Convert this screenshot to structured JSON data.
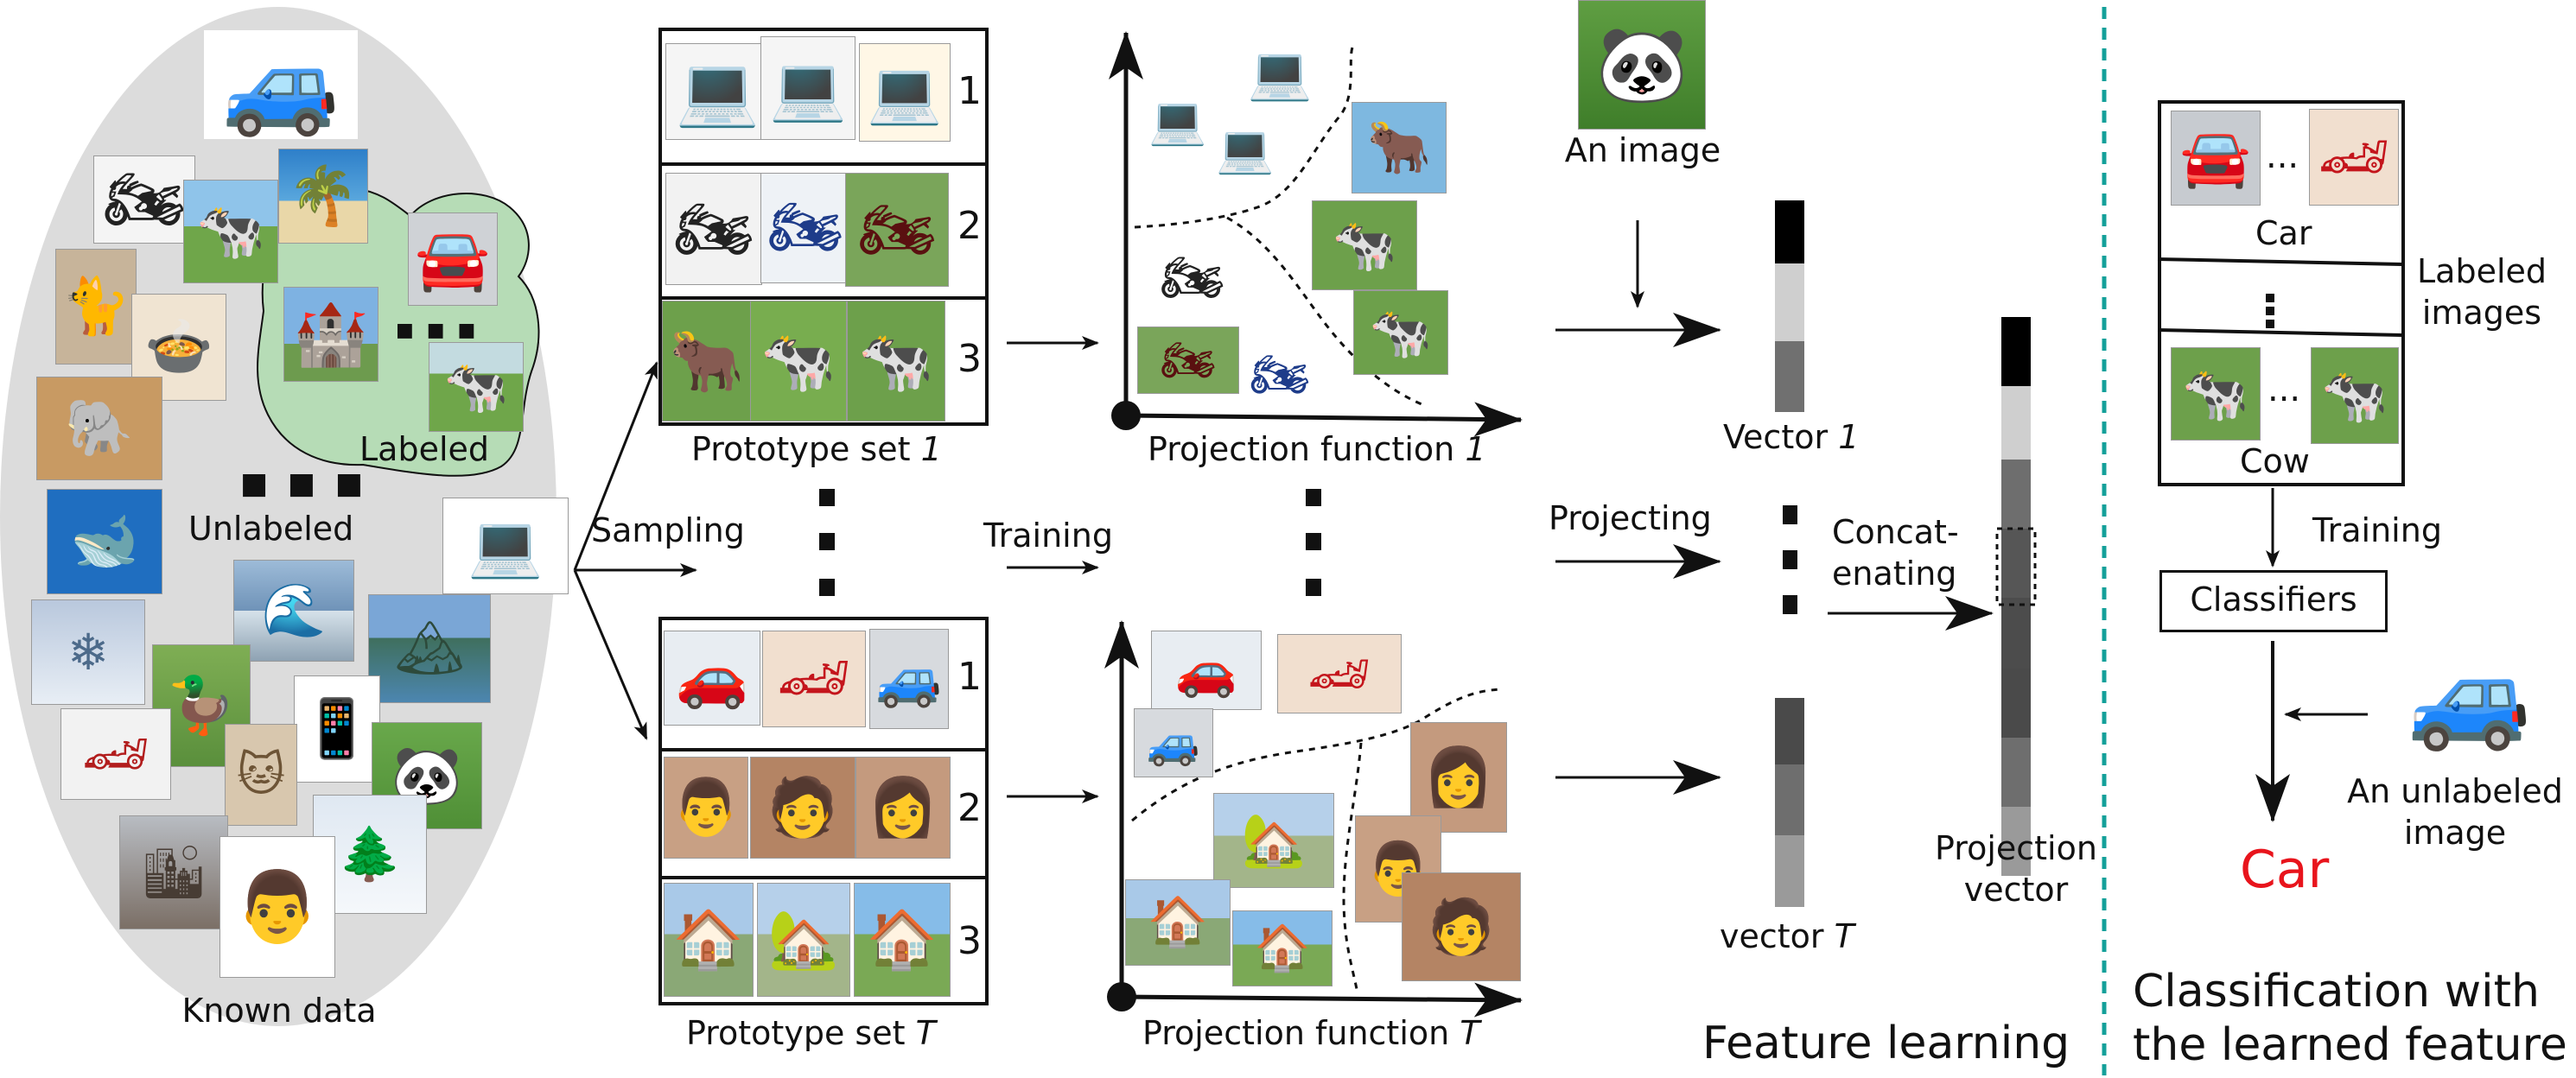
{
  "known_data": {
    "label": "Known data",
    "unlabeled": "Unlabeled",
    "labeled": "Labeled",
    "ellipsis": "■ ■ ■"
  },
  "sampling": {
    "label": "Sampling"
  },
  "training_left": {
    "label": "Training"
  },
  "prototype_sets": [
    {
      "caption": "Prototype set",
      "index": "1",
      "rows": [
        "1",
        "2",
        "3"
      ]
    },
    {
      "caption": "Prototype set",
      "index": "T",
      "rows": [
        "1",
        "2",
        "3"
      ]
    }
  ],
  "projection_functions": [
    {
      "caption": "Projection function",
      "index": "1"
    },
    {
      "caption": "Projection function",
      "index": "T"
    }
  ],
  "feature_learning": {
    "title": "Feature learning",
    "an_image": "An image",
    "projecting": "Projecting",
    "concatenating_line1": "Concat-",
    "concatenating_line2": "enating",
    "vector_1_text": "Vector",
    "vector_1_index": "1",
    "vector_T_text": "vector",
    "vector_T_index": "T",
    "projection_vector_line1": "Projection",
    "projection_vector_line2": "vector"
  },
  "classification": {
    "title_line1": "Classification with",
    "title_line2": "the learned feature",
    "car_label": "Car",
    "cow_label": "Cow",
    "labeled_images_line1": "Labeled",
    "labeled_images_line2": "images",
    "training": "Training",
    "classifiers": "Classifiers",
    "unlabeled_line1": "An unlabeled",
    "unlabeled_line2": "image",
    "result": "Car",
    "dots_horizontal": "...",
    "result_color": "#e8141c",
    "divider_color": "#14a09a"
  },
  "colors": {
    "ellipse_fill": "#dcdcdc",
    "labeled_fill": "#b6dcb6"
  }
}
